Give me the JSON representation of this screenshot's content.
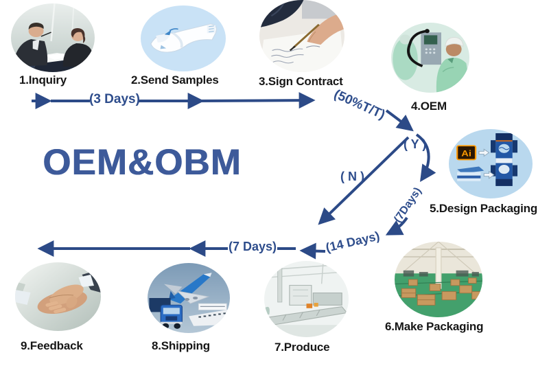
{
  "title": "OEM&OBM",
  "colors": {
    "arrow_navy": "#2c4a87",
    "label_navy": "#2e4d8c",
    "title_blue": "#3d5a9a",
    "step_label_black": "#161616",
    "background": "#ffffff"
  },
  "steps": [
    {
      "label": "1.Inquiry",
      "icon": "business-meeting-photo"
    },
    {
      "label": "2.Send Samples",
      "icon": "diaper-sample-illustration"
    },
    {
      "label": "3.Sign Contract",
      "icon": "hand-signing-contract-photo"
    },
    {
      "label": "4.OEM",
      "icon": "factory-worker-machine-photo"
    },
    {
      "label": "5.Design Packaging",
      "icon": "ai-packaging-design-illustration",
      "icon_text": "Ai"
    },
    {
      "label": "6.Make Packaging",
      "icon": "carton-box-warehouse-photo"
    },
    {
      "label": "7.Produce",
      "icon": "production-line-photo"
    },
    {
      "label": "8.Shipping",
      "icon": "plane-truck-ship-photo"
    },
    {
      "label": "9.Feedback",
      "icon": "handshake-photo"
    }
  ],
  "connectors": {
    "inquiry_to_samples": "(3 Days)",
    "contract_to_oem": "(50%T/T)",
    "oem_yes": "( Y )",
    "oem_no": "( N )",
    "design_to_make": "(7Days)",
    "make_to_produce": "(14 Days)",
    "produce_to_shipping": "(7 Days)"
  }
}
